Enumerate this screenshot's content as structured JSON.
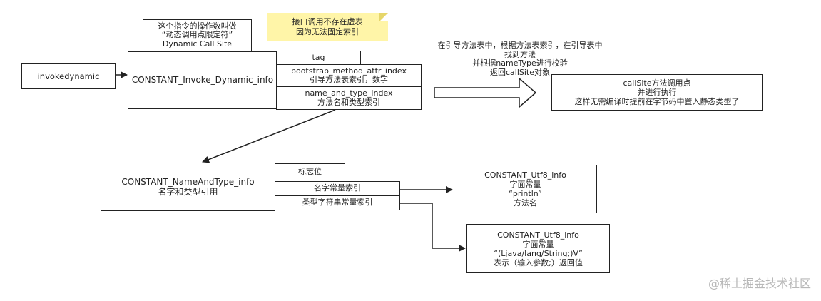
{
  "invokedynamic": "invokedynamic",
  "label_box": {
    "line1": "这个指令的操作数叫做",
    "line2": "“动态调用点限定符”",
    "line3": "Dynamic Call Site"
  },
  "note": {
    "line1": "接口调用不存在虚表",
    "line2": "因为无法固定索引"
  },
  "indy_info": {
    "title": "CONSTANT_Invoke_Dynamic_info",
    "tag": "tag",
    "bsm_name": "bootstrap_method_attr_index",
    "bsm_desc": "引导方法表索引，数字",
    "nat_name": "name_and_type_index",
    "nat_desc": "方法名和类型索引"
  },
  "flow_text": {
    "line1": "在引导方法表中，根据方法表索引，在引导表中",
    "line2": "找到方法",
    "line3": "并根据nameType进行校验",
    "line4": "返回callSite对象"
  },
  "callsite": {
    "line1": "callSite方法调用点",
    "line2": "并进行执行",
    "line3": "这样无需编译时提前在字节码中置入静态类型了"
  },
  "nat_info": {
    "title": "CONSTANT_NameAndType_info",
    "desc": "名字和类型引用",
    "flag": "标志位",
    "name_idx": "名字常量索引",
    "type_idx": "类型字符串常量索引"
  },
  "utf8_name": {
    "title": "CONSTANT_Utf8_info",
    "line2": "字面常量",
    "line3": "“println”",
    "line4": "方法名"
  },
  "utf8_type": {
    "title": "CONSTANT_Utf8_info",
    "line2": "字面常量",
    "line3": "“(Ljava/lang/String;)V”",
    "line4": "表示（输入参数;）返回值"
  },
  "watermark": "@稀土掘金技术社区"
}
